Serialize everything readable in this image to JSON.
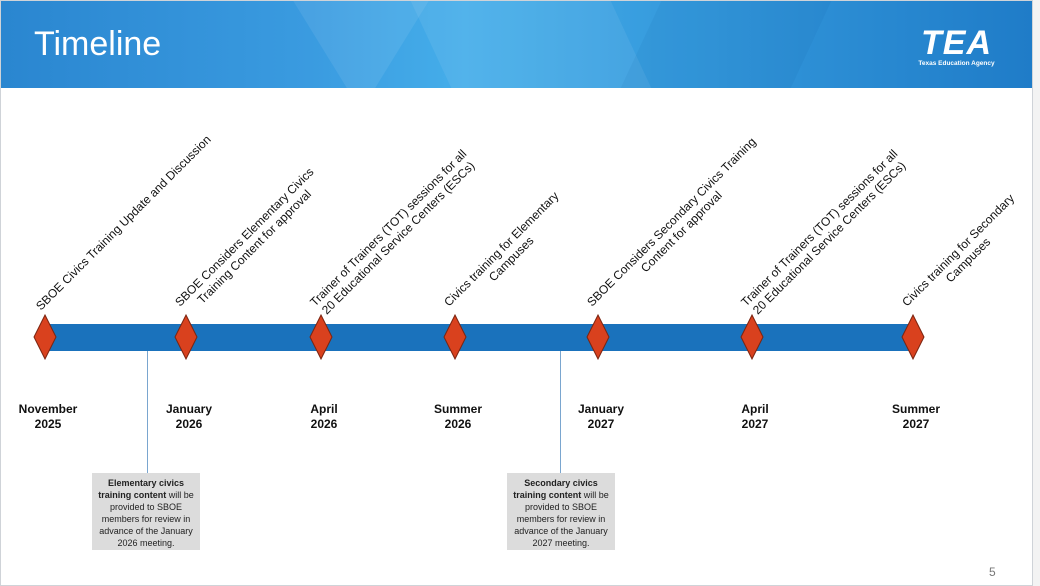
{
  "header": {
    "title": "Timeline",
    "logo_text": "TEA",
    "logo_subtext": "Texas Education Agency"
  },
  "colors": {
    "bar": "#1a72bc",
    "diamond": "#d9411e",
    "header": "#2f8fd8"
  },
  "events": [
    {
      "lines": [
        "SBOE Civics Training Update and Discussion"
      ],
      "date": [
        "November",
        "2025"
      ]
    },
    {
      "lines": [
        "SBOE Considers Elementary Civics",
        "Training Content for approval"
      ],
      "date": [
        "January",
        "2026"
      ]
    },
    {
      "lines": [
        "Trainer of Trainers (TOT) sessions for all",
        "20 Educational Service Centers (ESCs)"
      ],
      "date": [
        "April",
        "2026"
      ]
    },
    {
      "lines": [
        "Civics training for Elementary",
        "Campuses"
      ],
      "date": [
        "Summer",
        "2026"
      ]
    },
    {
      "lines": [
        "SBOE Considers Secondary Civics Training",
        "Content for approval"
      ],
      "date": [
        "January",
        "2027"
      ]
    },
    {
      "lines": [
        "Trainer of Trainers (TOT) sessions for all",
        "20 Educational Service Centers (ESCs)"
      ],
      "date": [
        "April",
        "2027"
      ]
    },
    {
      "lines": [
        "Civics training for Secondary",
        "Campuses"
      ],
      "date": [
        "Summer",
        "2027"
      ]
    }
  ],
  "notes": [
    {
      "bold": "Elementary civics training content",
      "rest": " will be provided to SBOE members for review in advance of the January 2026 meeting."
    },
    {
      "bold": "Secondary civics training content",
      "rest": " will be provided to SBOE members for review in advance of the January 2027 meeting."
    }
  ],
  "page_number": "5"
}
